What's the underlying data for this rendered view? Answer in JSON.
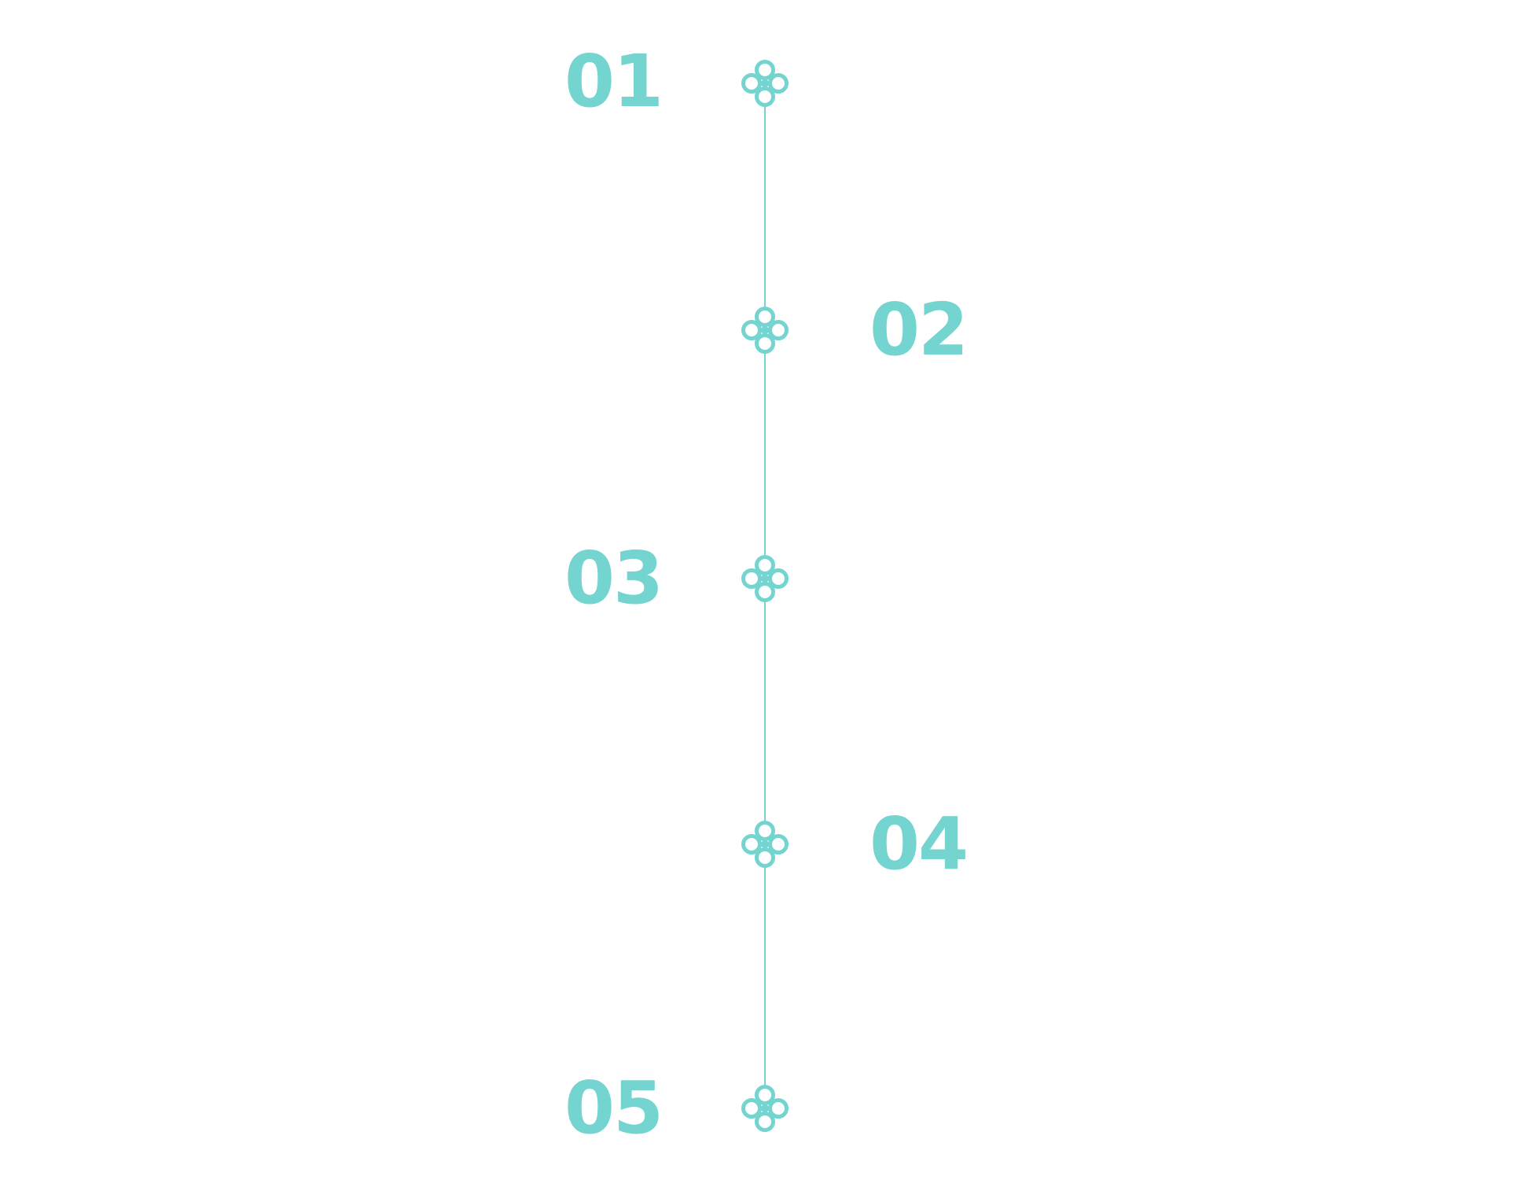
{
  "colors": {
    "accent": "#74d4cf",
    "background": "#ffffff"
  },
  "timeline": {
    "icon": "flower-node-icon",
    "steps": [
      {
        "label": "01",
        "side": "left"
      },
      {
        "label": "02",
        "side": "right"
      },
      {
        "label": "03",
        "side": "left"
      },
      {
        "label": "04",
        "side": "right"
      },
      {
        "label": "05",
        "side": "left"
      }
    ]
  }
}
